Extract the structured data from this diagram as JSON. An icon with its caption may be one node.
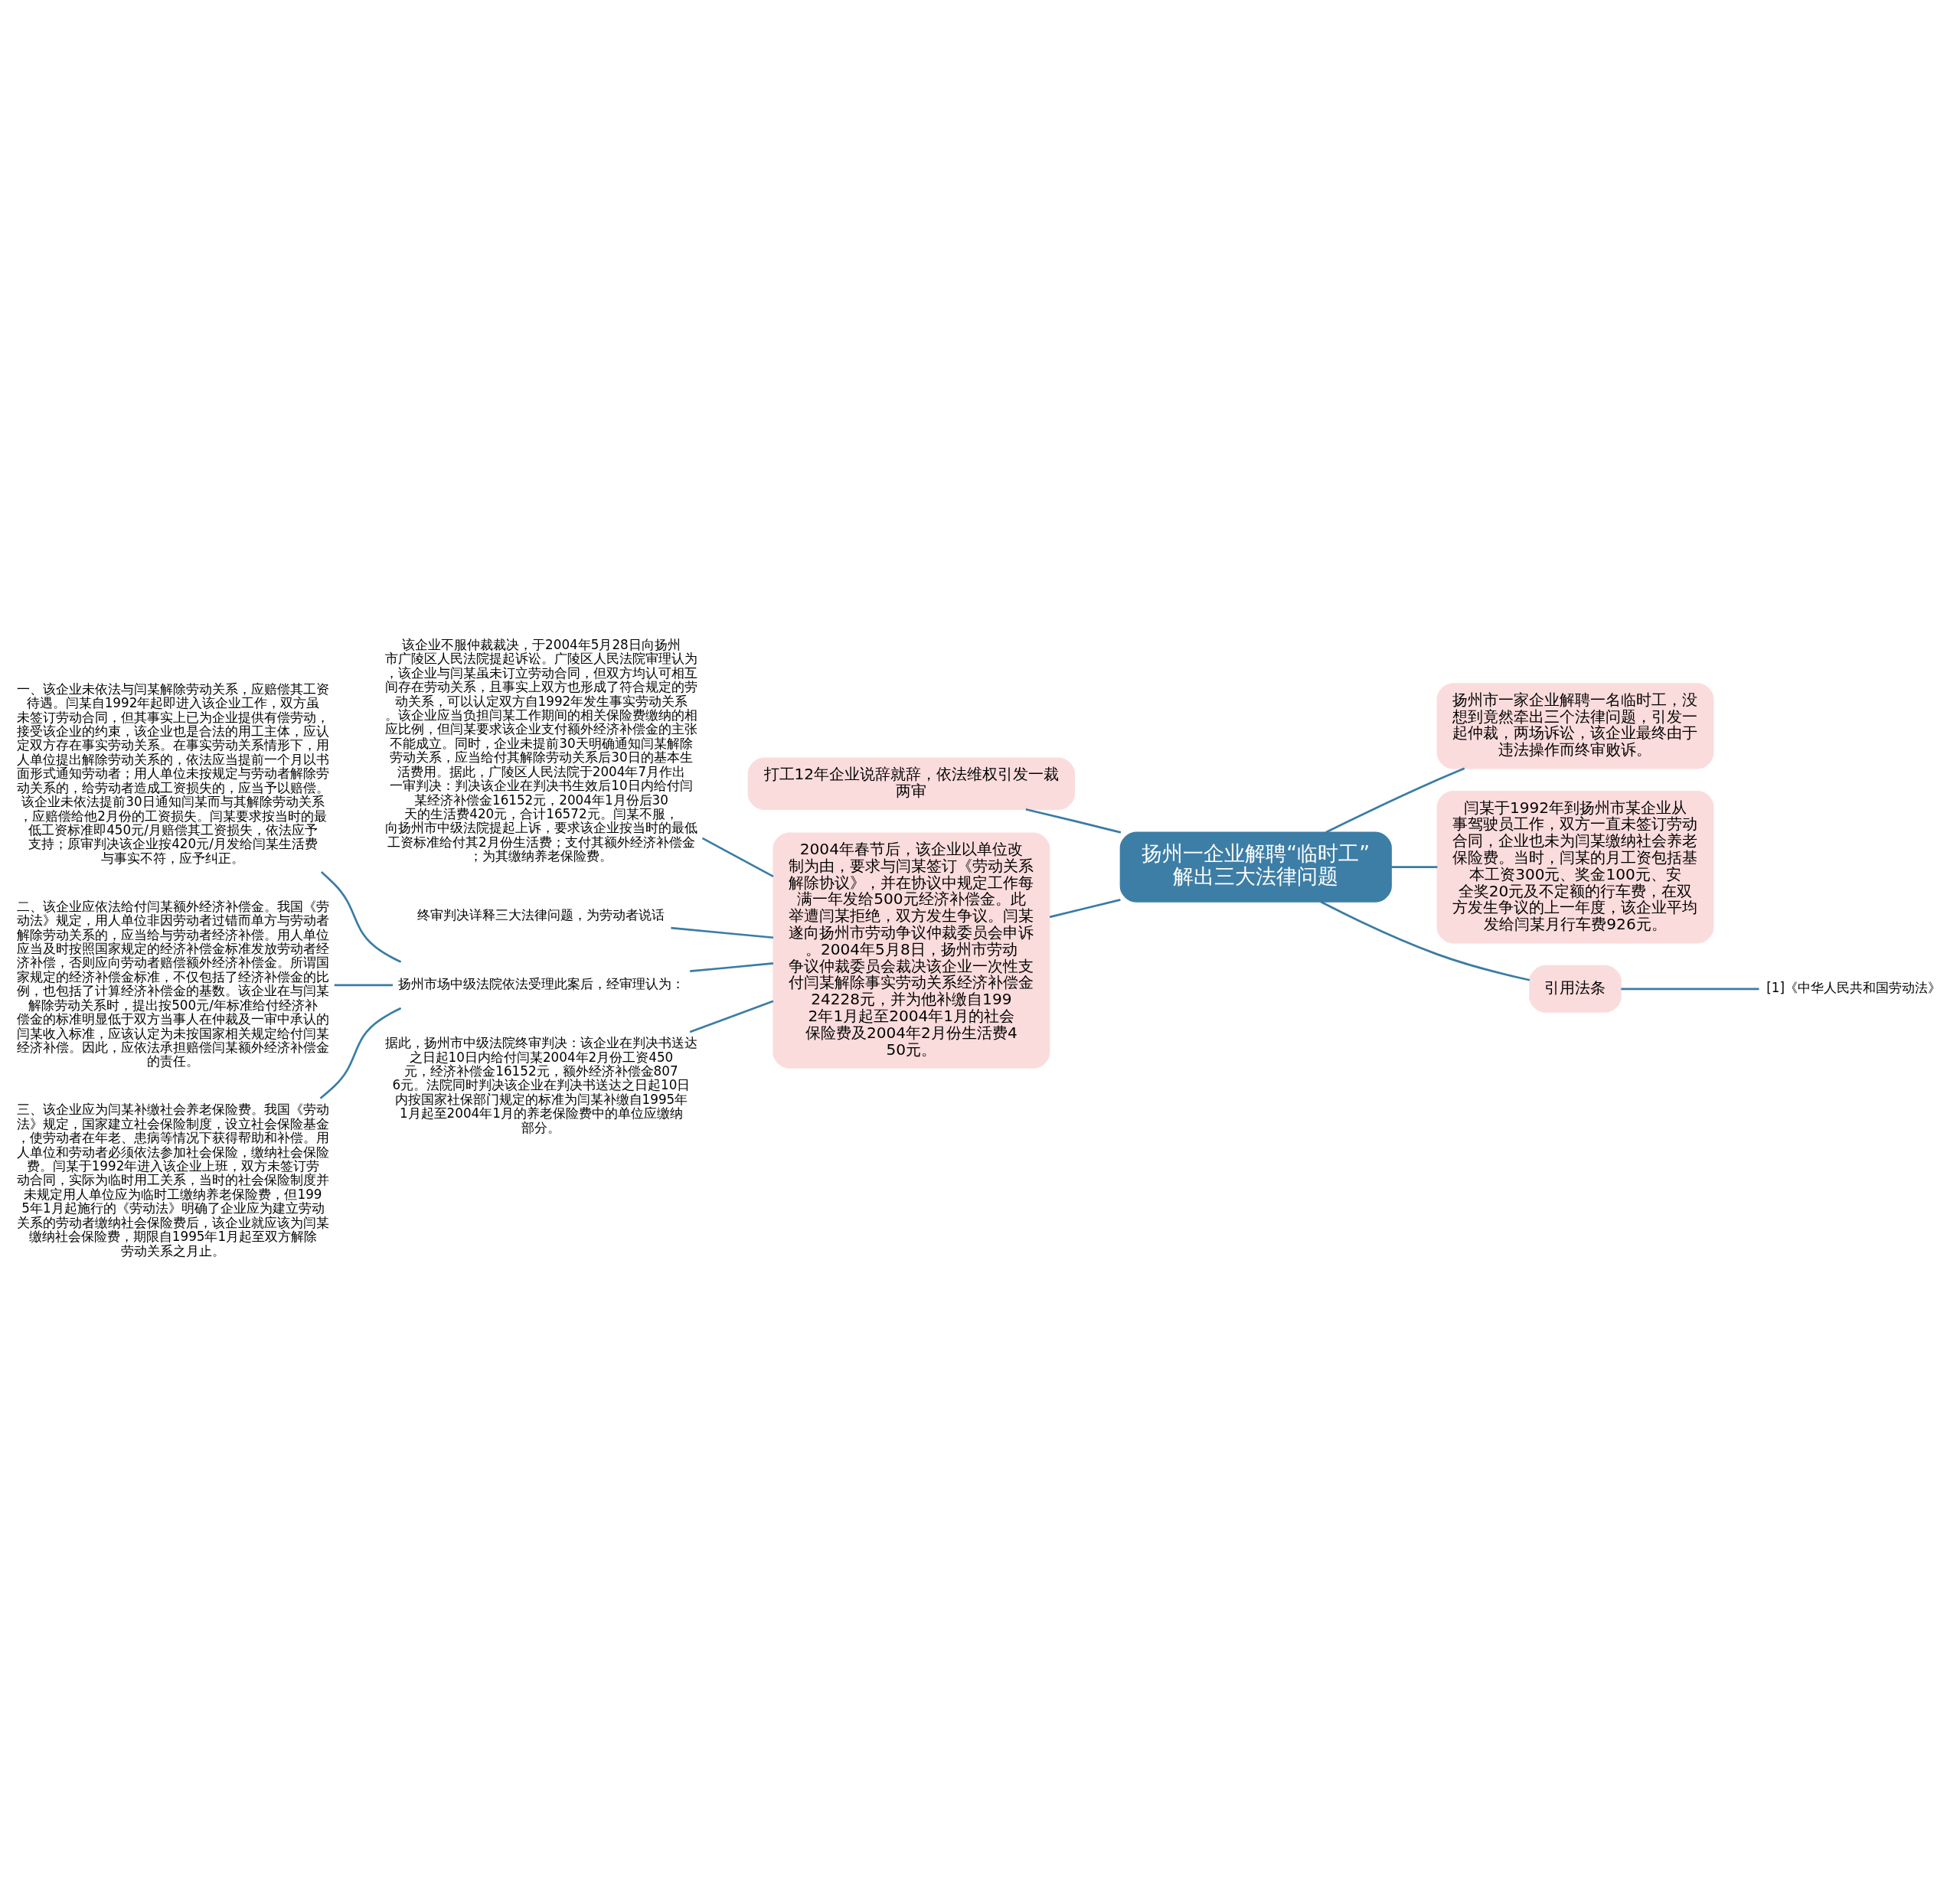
{
  "diagram": {
    "nodes": [
      {
        "text": [
          "扬州一企业解聘“临时工”解出三大法律问题"
        ]
      },
      {
        "text": [
          "扬州市一家企业解聘一名临时工，没想到竟然牵出三个法律问题，引发一起仲裁，两场诉讼，该企业最终由于违法操作而终审败诉。"
        ]
      },
      {
        "text": [
          "闫某于1992年到扬州市某企业从事驾驶员工作，双方一直未签订劳动合同，企业也未为闫某缴纳社会养老保险费。当时，闫某的月工资包括基本工资300元、奖金100元、安全奖20元及不定额的行车费，在双方发生争议的上一年度，该企业平均发给闫某月行车费926元。"
        ]
      },
      {
        "text": [
          "引用法条"
        ]
      },
      {
        "text": [
          "[1]《中华人民共和国劳动法》"
        ]
      },
      {
        "text": [
          "打工12年企业说辞就辞，依法维权引发一裁两审"
        ]
      },
      {
        "text": [
          "2004年春节后，该企业以单位改制为由，要求与闫某签订《劳动关系解除协议》，并在协议中规定工作每满一年发给500元经济补偿金。此举遭闫某拒绝，双方发生争议。闫某遂向扬州市劳动争议仲裁委员会申诉。2004年5月8日，扬州市劳动争议仲裁委员会裁决该企业一次性支付闫某解除事实劳动关系经济补偿金24228元，并为他补缴自1992年1月起至2004年1月的社会保险费及2004年2月份生活费450元。"
        ]
      },
      {
        "text": [
          "该企业不服仲裁裁决，于2004年5月28日向扬州市广陵区人民法院提起诉讼。广陵区人民法院审理认为，该企业与闫某虽未订立劳动合同，但双方均认可相互间存在劳动关系，且事实上双方也形成了符合规定的劳动关系，可以认定双方自1992年发生事实劳动关系。该企业应当负担闫某工作期间的相关保险费缴纳的相应比例，但闫某要求该企业支付额外经济补偿金的主张不能成立。同时，企业未提前30天明确通知闫某解除劳动关系，应当给付其解除劳动关系后30日的基本生活费用。据此，广陵区人民法院于2004年7月作出一审判决：判决该企业在判决书生效后10日内给付闫某经济补偿金16152元，2004年1月份后30天的生活费420元，合计16572元。闫某不服，向扬州市中级法院提起上诉，要求该企业按当时的最低工资标准给付其2月份生活费；支付其额外经济补偿金；为其缴纳养老保险费。"
        ]
      },
      {
        "text": [
          "终审判决详释三大法律问题，为劳动者说话"
        ]
      },
      {
        "text": [
          "扬州市场中级法院依法受理此案后，经审理认为："
        ]
      },
      {
        "text": [
          "一、该企业未依法与闫某解除劳动关系，应赔偿其工资待遇。闫某自1992年起即进入该企业工作，双方虽未签订劳动合同，但其事实上已为企业提供有偿劳动，接受该企业的约束，该企业也是合法的用工主体，应认定双方存在事实劳动关系。在事实劳动关系情形下，用人单位提出解除劳动关系的，依法应当提前一个月以书面形式通知劳动者；用人单位未按规定与劳动者解除劳动关系的，给劳动者造成工资损失的，应当予以赔偿。该企业未依法提前30日通知闫某而与其解除劳动关系，应赔偿给他2月份的工资损失。闫某要求按当时的最低工资标准即450元/月赔偿其工资损失，依法应予支持；原审判决该企业按420元/月发给闫某生活费与事实不符，应予纠正。"
        ]
      },
      {
        "text": [
          "二、该企业应依法给付闫某额外经济补偿金。我国《劳动法》规定，用人单位非因劳动者过错而单方与劳动者解除劳动关系的，应当给与劳动者经济补偿。用人单位应当及时按照国家规定的经济补偿金标准发放劳动者经济补偿，否则应向劳动者赔偿额外经济补偿金。所谓国家规定的经济补偿金标准，不仅包括了经济补偿金的比例，也包括了计算经济补偿金的基数。该企业在与闫某解除劳动关系时，提出按500元/年标准给付经济补偿金的标准明显低于双方当事人在仲裁及一审中承认的闫某收入标准，应该认定为未按国家相关规定给付闫某经济补偿。因此，应依法承担赔偿闫某额外经济补偿金的责任。"
        ]
      },
      {
        "text": [
          "三、该企业应为闫某补缴社会养老保险费。我国《劳动法》规定，国家建立社会保险制度，设立社会保险基金，使劳动者在年老、患病等情况下获得帮助和补偿。用人单位和劳动者必须依法参加社会保险，缴纳社会保险费。闫某于1992年进入该企业上班，双方未签订劳动合同，实际为临时用工关系，当时的社会保险制度并未规定用人单位应为临时工缴纳养老保险费，但1995年1月起施行的《劳动法》明确了企业应为建立劳动关系的劳动者缴纳社会保险费后，该企业就应该为闫某缴纳社会保险费，期限自1995年1月起至双方解除劳动关系之月止。"
        ]
      },
      {
        "text": [
          "据此，扬州市中级法院终审判决：该企业在判决书送达之日起10日内给付闫某2004年2月份工资450元，经济补偿金16152元，额外经济补偿金8076元。法院同时判决该企业在判决书送达之日起10日内按国家社保部门规定的标准为闫某补缴自1995年1月起至2004年1月的养老保险费中的单位应缴纳部分。"
        ]
      }
    ],
    "edges": [
      {
        "from": 0,
        "to": 1,
        "arrow": "none"
      },
      {
        "from": 0,
        "to": 2,
        "arrow": "none"
      },
      {
        "from": 0,
        "to": 3,
        "arrow": "none"
      },
      {
        "from": 3,
        "to": 4,
        "arrow": "none"
      },
      {
        "from": 0,
        "to": 5,
        "arrow": "none"
      },
      {
        "from": 0,
        "to": 6,
        "arrow": "none"
      },
      {
        "from": 6,
        "to": 7,
        "arrow": "none"
      },
      {
        "from": 6,
        "to": 8,
        "arrow": "none"
      },
      {
        "from": 6,
        "to": 9,
        "arrow": "none"
      },
      {
        "from": 9,
        "to": 10,
        "arrow": "none"
      },
      {
        "from": 9,
        "to": 11,
        "arrow": "none"
      },
      {
        "from": 9,
        "to": 12,
        "arrow": "none"
      },
      {
        "from": 6,
        "to": 13,
        "arrow": "none"
      }
    ]
  }
}
